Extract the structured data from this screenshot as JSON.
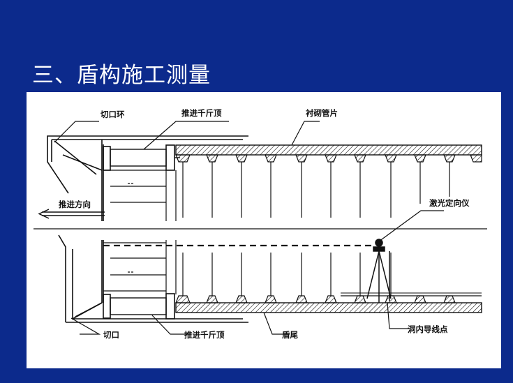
{
  "title": "三、盾构施工测量",
  "labels": {
    "cutting_ring": "切口环",
    "jack_top": "推进千斤顶",
    "lining": "衬砌管片",
    "direction": "推进方向",
    "laser": "激光定向仪",
    "cutting_edge": "切口",
    "jack_bottom": "推进千斤顶",
    "shield_tail": "盾尾",
    "traverse_point": "洞内导线点"
  }
}
